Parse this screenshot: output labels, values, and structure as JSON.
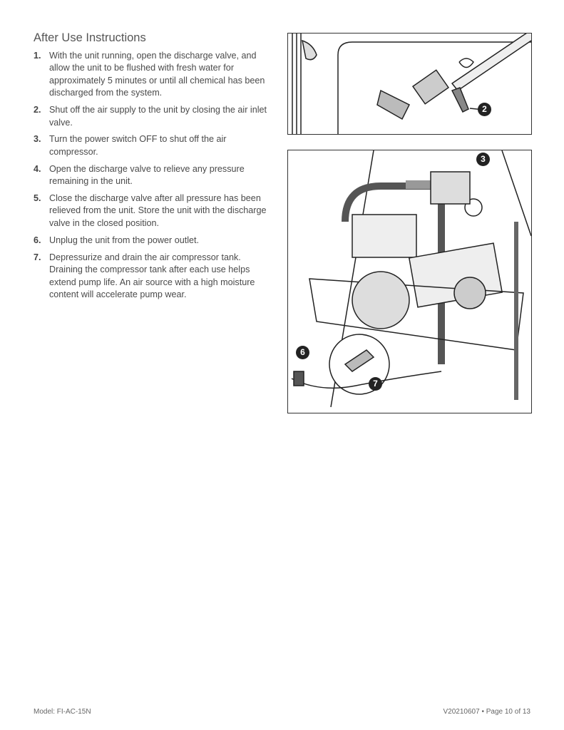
{
  "title": "After Use Instructions",
  "steps": [
    {
      "num": "1.",
      "text": "With the unit running, open the discharge valve, and allow the unit to be flushed with fresh water for approximately 5 minutes or until all chemical has been discharged from the system."
    },
    {
      "num": "2.",
      "text": "Shut off the air supply to the unit by closing the air inlet valve."
    },
    {
      "num": "3.",
      "text": "Turn the power switch OFF to shut off the air compressor."
    },
    {
      "num": "4.",
      "text": "Open the discharge valve to relieve any pressure remaining in the unit."
    },
    {
      "num": "5.",
      "text": "Close the discharge valve after all pressure has been relieved from the unit. Store the unit with the discharge valve in the closed position."
    },
    {
      "num": "6.",
      "text": "Unplug the unit from the power outlet."
    },
    {
      "num": "7.",
      "text": "Depressurize and drain the air compressor tank. Draining the compressor tank after each use helps extend pump life. An air source with a high moisture content will accelerate pump wear."
    }
  ],
  "callouts": {
    "c2": "2",
    "c3": "3",
    "c6": "6",
    "c7": "7"
  },
  "footer": {
    "model": "Model: FI-AC-15N",
    "page": "V20210607 • Page 10 of 13"
  }
}
